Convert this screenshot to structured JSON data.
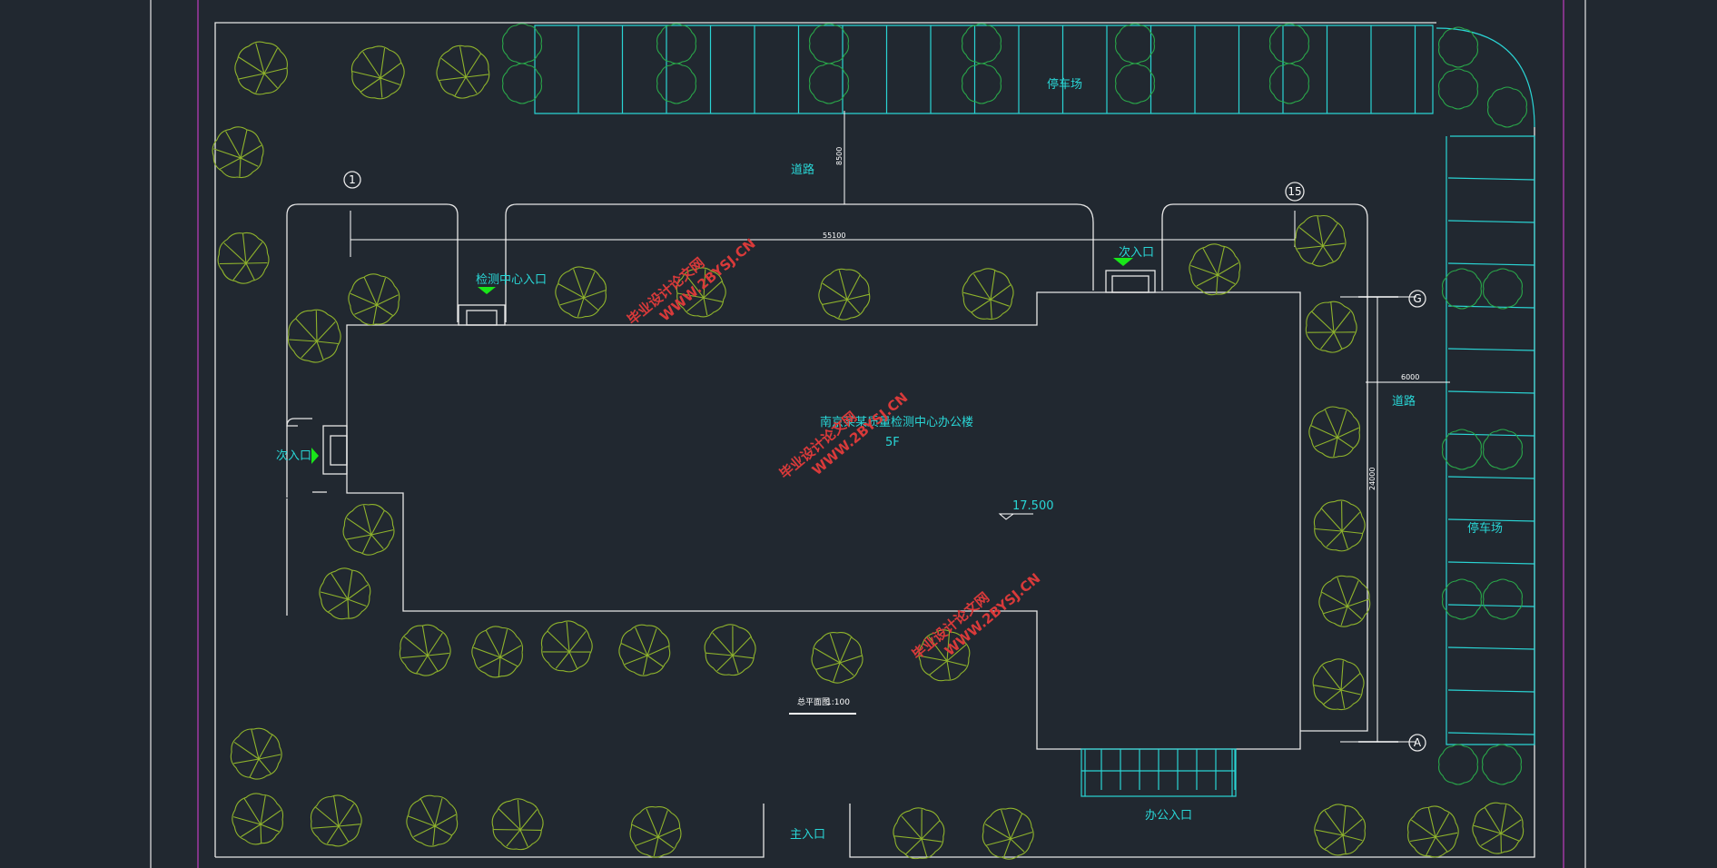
{
  "labels": {
    "parking_top": "停车场",
    "parking_right": "停车场",
    "road_top": "道路",
    "road_right": "道路",
    "entrance_detection": "检测中心入口",
    "entrance_secondary_top": "次入口",
    "entrance_secondary_left": "次入口",
    "entrance_main": "主入口",
    "entrance_office": "办公入口",
    "building_name": "南京某某质量检测中心办公楼",
    "floors": "5F",
    "elevation": "17.500",
    "plan_title": "总平面图",
    "plan_scale": "1:100"
  },
  "dimensions": {
    "width_overall": "55100",
    "road_top_width": "8500",
    "road_right_width": "6000",
    "depth_overall": "24000"
  },
  "axes": {
    "left": "1",
    "right": "15",
    "top": "G",
    "bottom": "A"
  },
  "watermark": {
    "line1": "毕业设计论文网",
    "line2": "WWW.2BYSJ.CN"
  },
  "colors": {
    "background": "#212830",
    "linework": "#e6e6e6",
    "cyan": "#2ad4d4",
    "trees": "#8fb32c",
    "arrows": "#19e619",
    "watermark": "#d93a3a"
  }
}
